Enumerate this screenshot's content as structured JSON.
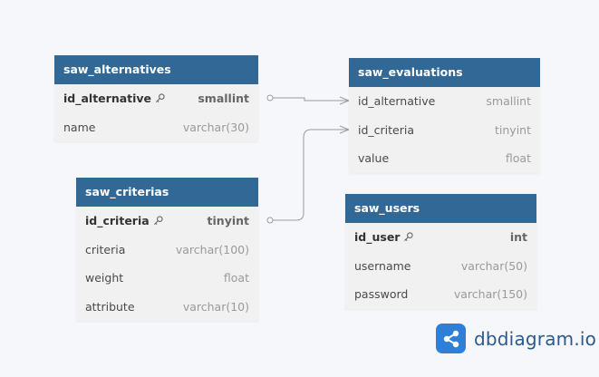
{
  "tables": {
    "alternatives": {
      "name": "saw_alternatives",
      "fields": [
        {
          "name": "id_alternative",
          "type": "smallint",
          "pk": true
        },
        {
          "name": "name",
          "type": "varchar(30)",
          "pk": false
        }
      ]
    },
    "evaluations": {
      "name": "saw_evaluations",
      "fields": [
        {
          "name": "id_alternative",
          "type": "smallint",
          "pk": false
        },
        {
          "name": "id_criteria",
          "type": "tinyint",
          "pk": false
        },
        {
          "name": "value",
          "type": "float",
          "pk": false
        }
      ]
    },
    "criterias": {
      "name": "saw_criterias",
      "fields": [
        {
          "name": "id_criteria",
          "type": "tinyint",
          "pk": true
        },
        {
          "name": "criteria",
          "type": "varchar(100)",
          "pk": false
        },
        {
          "name": "weight",
          "type": "float",
          "pk": false
        },
        {
          "name": "attribute",
          "type": "varchar(10)",
          "pk": false
        }
      ]
    },
    "users": {
      "name": "saw_users",
      "fields": [
        {
          "name": "id_user",
          "type": "int",
          "pk": true
        },
        {
          "name": "username",
          "type": "varchar(50)",
          "pk": false
        },
        {
          "name": "password",
          "type": "varchar(150)",
          "pk": false
        }
      ]
    }
  },
  "relationships": [
    {
      "from": "saw_alternatives.id_alternative",
      "to": "saw_evaluations.id_alternative",
      "type": "one-to-many"
    },
    {
      "from": "saw_criterias.id_criteria",
      "to": "saw_evaluations.id_criteria",
      "type": "one-to-many"
    }
  ],
  "brand": {
    "text": "dbdiagram.io",
    "logo": "dbdiagram-logo"
  },
  "colors": {
    "header": "#316896",
    "row_bg": "#f1f1f2",
    "background": "#f6f7fb",
    "brand": "#2e7fd8"
  }
}
